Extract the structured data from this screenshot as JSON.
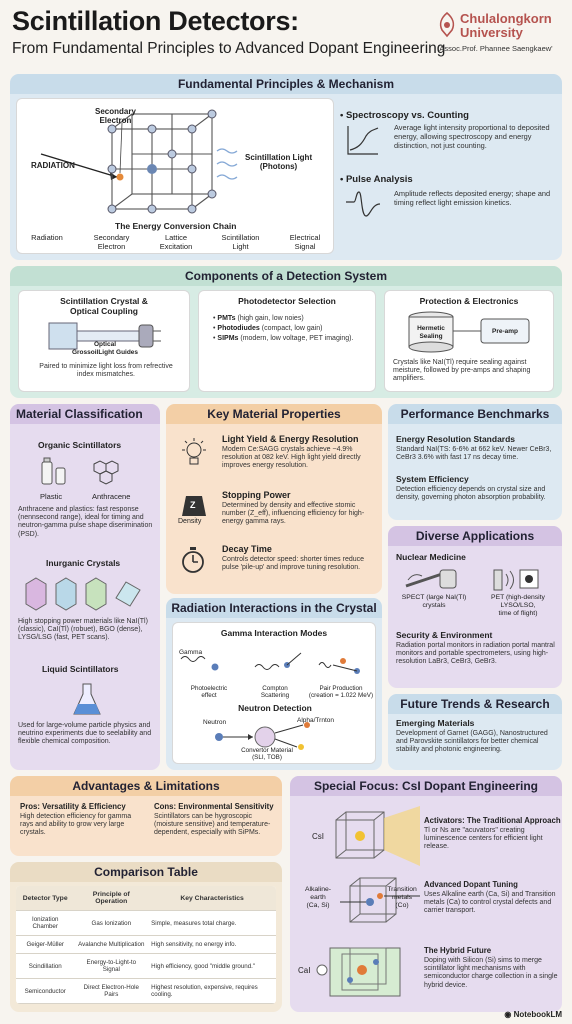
{
  "header": {
    "title": "Scintillation Detectors:",
    "subtitle": "From Fundamental Principles to Advanced Dopant Engineering",
    "university_line1": "Chulalongkorn",
    "university_line2": "University",
    "author": "'Assoc.Prof. Phannee Saengkaew'"
  },
  "fundamentals": {
    "title": "Fundamental Principles & Mechanism",
    "label_secondary": "Secondary\nElectron",
    "label_radiation": "RADIATION",
    "label_light": "Scintillation Light\n(Photons)",
    "chain_title": "The Energy Conversion Chain",
    "chain": [
      "Radiation",
      "Secondary\nElectron",
      "Lattice\nExcitation",
      "Scintillation\nLight",
      "Electrical\nSignal"
    ],
    "spec_title": "Spectroscopy vs. Counting",
    "spec_text": "Average light intensity proportional to deposited energy, allowing spectroscopy and energy distinction, not just counting.",
    "pulse_title": "Pulse Analysis",
    "pulse_text": "Amplitude reflects deposited energy; shape and timing reflect light emission kinetics."
  },
  "components": {
    "title": "Components of a Detection System",
    "crystal_title": "Scintillation Crystal &\nOptical Coupling",
    "crystal_label": "Optical\nGrossoilLight Guides",
    "crystal_text": "Paired to minimize light loss from refrective index mismatches.",
    "photo_title": "Photodetector Selection",
    "photo_items": [
      {
        "b": "PMTs",
        "t": " (high gain, low noies)"
      },
      {
        "b": "Photodiudes",
        "t": " (compact, low gain)"
      },
      {
        "b": "SIPMs",
        "t": " (modern, low voltage, PET imaging)."
      }
    ],
    "prot_title": "Protection & Electronics",
    "prot_sealing": "Hermetic\nSealing",
    "prot_preamp": "Pre-amp",
    "prot_text": "Crystals like NaI(Tl) require sealing against meisture, followed by pre-amps and shaping amplifiers."
  },
  "material": {
    "title": "Material Classification",
    "organic_title": "Organic Scintillators",
    "organic_labels": [
      "Plastic",
      "Anthracene"
    ],
    "organic_text": "Anthracene and plastics: fast response (nennsecond range), ideal for timing and neutron-gamma pulse shape diserimination (PSD).",
    "inorganic_title": "Inurganic Crystals",
    "inorganic_text": "High stopping power materials like NaI(Tl) (classic), CaI(Tl) (robuet), BGO (dense), LYSG/LSG (fast, PET scans).",
    "liquid_title": "Liquid Scintillators",
    "liquid_text": "Used for large-volume particle physics and neutrino experiments due to seelability and flexible chemical composition."
  },
  "properties": {
    "title": "Key Material Properties",
    "items": [
      {
        "title": "Light Yield & Energy Resolution",
        "text": "Modern Ce:SAGG crystals achieve ~4.9% resolution at 082 keV. High light yield directly improves energy resolution."
      },
      {
        "title": "Stopping Power",
        "text": "Determined by density and effective stomic number (Z_eff), influencing efficiency for high-energy gamma rays."
      },
      {
        "title": "Decay Time",
        "text": "Controls detector speed: shorter times reduce pulse 'pile-up' and improve tuning resolution."
      }
    ],
    "density_label": "Density",
    "z_label": "Z"
  },
  "benchmarks": {
    "title": "Performance Benchmarks",
    "res_title": "Energy Resolution Standards",
    "res_text": "Standard NaI(TS: 6-6% at 662 keV. Newer CeBr3, CeBr3 3.6% with fast 17 ns decay time.",
    "eff_title": "System Efficiency",
    "eff_text": "Detection efficiency depends on crystal size and density, governing photon absorption probability."
  },
  "applications": {
    "title": "Diverse Applications",
    "nuclear_title": "Nuclear Medicine",
    "spect": "SPECT (large NaI(Tl)\ncrystals",
    "pet": "PET (high-density\nLYSO/LSO,\ntime of flight)",
    "security_title": "Security & Environment",
    "security_text": "Radiation portal monitors in radiation portal mantral monitors and portable spectrometers, using high-resolution LaBr3, CeBr3, GeBr3."
  },
  "interactions": {
    "title": "Radiation Interactions in the Crystal",
    "gamma_title": "Gamma Interaction Modes",
    "gamma_label": "Gamma",
    "modes": [
      "Photoelectric\neffect",
      "Compton\nScattering",
      "Pair Production\n(creation = 1.022 MeV)"
    ],
    "neutron_title": "Neutron Detection",
    "neutron_label": "Neutron",
    "alpha_label": "Alpha/Trnton",
    "converter_label": "Convertor Material\n(SLI, TOB)"
  },
  "trends": {
    "title": "Future Trends & Research",
    "emerging_title": "Emerging Materials",
    "emerging_text": "Development of Garnet (GAGG), Nanostructured and Parovskite scintillators for better chemical stability and photonic engineering."
  },
  "advantages": {
    "title": "Advantages & Limitations",
    "pros_title": "Pros: Versatility & Efficiency",
    "pros_text": "High detection efficiency for gamma rays and ability to grow very large crystals.",
    "cons_title": "Cons: Environmental Sensitivity",
    "cons_text": "Scintillators can be hygroscopic (moisture sensitive) and temperature-dependent, especially with SiPMs."
  },
  "comparison": {
    "title": "Comparison Table",
    "columns": [
      "Detector Type",
      "Principle of Operation",
      "Key Characteristics"
    ],
    "rows": [
      [
        "Ionization Chamber",
        "Gas Ionization",
        "Simple, measures total charge."
      ],
      [
        "Geiger-Müller",
        "Avalanche Multiplication",
        "High sensitivity, no energy info."
      ],
      [
        "Scindillation",
        "Energy-to-Light-to Signal",
        "High efficiency, good \"middle ground.\""
      ],
      [
        "Semiconductor",
        "Direct Electron-Hole Pairs",
        "Highest resolution, expensive, requires cooling."
      ]
    ]
  },
  "focus": {
    "title": "Special Focus: CsI Dopant Engineering",
    "csi_label": "CsI",
    "act_title": "Activators: The Traditional Approach",
    "act_text": "Tl or Ns are \"acuvators\" creating luminescence centers for efficient light release.",
    "alk_label": "Alkaline-\nearth\n(Ca, Si)",
    "trans_label": "Transition\nmetals\n(Co)",
    "adv_title": "Advanced Dopant Tuning",
    "adv_text": "Uses Alkaline earth (Ca, Si) and Transition metals (Ca) to control crystal defects and carrier transport.",
    "cal_label": "CaI",
    "hyb_title": "The Hybrid Future",
    "hyb_text": "Doping with Silicon (Si) sims to merge scintillator light mechanisms with semiconductor charge collection in a single hybrid device."
  },
  "footer": {
    "brand": "NotebookLM"
  },
  "colors": {
    "blue": "#dde9f2",
    "green": "#d7ece4",
    "purple": "#e6dcef",
    "orange": "#f9e2cc",
    "sand": "#f3e9d8"
  }
}
